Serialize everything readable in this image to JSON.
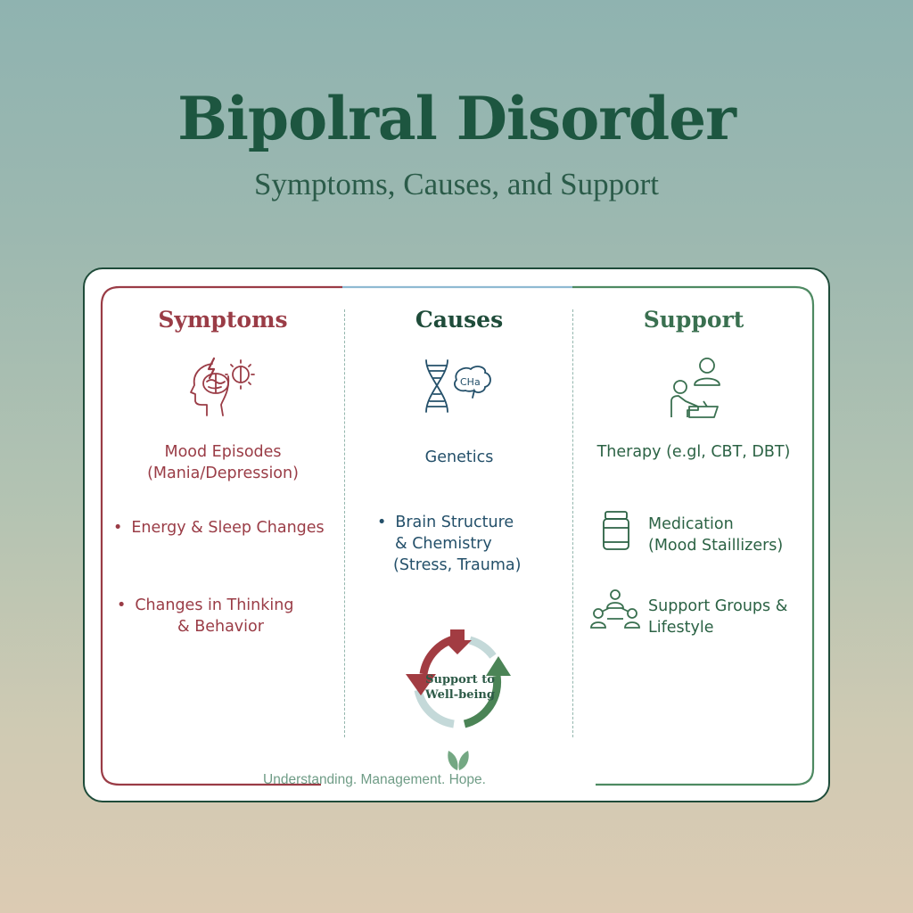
{
  "header": {
    "title": "Bipolral Disorder",
    "subtitle": "Symptoms, Causes, and Support"
  },
  "colors": {
    "symptoms": "#9a3c46",
    "causes": "#24506a",
    "support": "#2b6244",
    "frame_dark": "#1f4c3a",
    "divider": "#93b6ad"
  },
  "columns": {
    "symptoms": {
      "title": "Symptoms",
      "icon": "head-brain-lightning-icon",
      "items": [
        {
          "line1": "Mood Episodes",
          "line2": "(Mania/Depression)"
        },
        {
          "line1": "Energy & Sleep Changes"
        },
        {
          "line1": "Changes in Thinking",
          "line2": "& Behavior"
        }
      ]
    },
    "causes": {
      "title": "Causes",
      "icon": "dna-brain-chemistry-icon",
      "icon_label": "CHa",
      "items": [
        {
          "line1": "Genetics"
        },
        {
          "line1": "Brain Structure",
          "line2": "& Chemistry",
          "line3": "(Stress, Trauma)"
        }
      ],
      "cycle": {
        "icon": "cycle-arrows-icon",
        "line1": "Support to",
        "line2": "Well-being"
      }
    },
    "support": {
      "title": "Support",
      "icon": "therapy-session-icon",
      "items": [
        {
          "line1": "Therapy (e.gl, CBT, DBT)"
        },
        {
          "icon": "medication-jar-icon",
          "line1": "Medication",
          "line2": "(Mood Staillizers)"
        },
        {
          "icon": "group-network-icon",
          "line1": "Support Groups &",
          "line2": "Lifestyle"
        }
      ]
    }
  },
  "footer": {
    "icon": "leaf-sprout-icon",
    "tagline": "Understanding. Management. Hope."
  }
}
